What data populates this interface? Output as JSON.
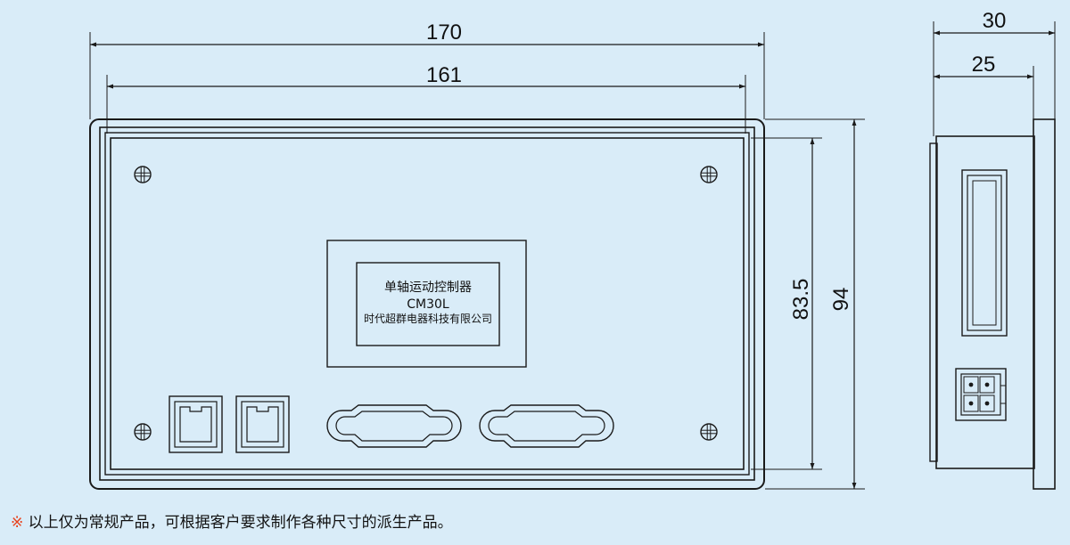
{
  "dimensions": {
    "front_outer_width": "170",
    "front_inner_width": "161",
    "inner_height": "83.5",
    "outer_height": "94",
    "side_depth_total": "30",
    "side_depth_body": "25"
  },
  "nameplate": {
    "title": "单轴运动控制器",
    "model": "CM30L",
    "company": "时代超群电器科技有限公司"
  },
  "footer_note": {
    "mark": "※",
    "text": "以上仅为常规产品，可根据客户要求制作各种尺寸的派生产品。"
  },
  "colors": {
    "background": "#d9ecf8",
    "line": "#1a1a1a",
    "note_mark": "#e8421c"
  }
}
